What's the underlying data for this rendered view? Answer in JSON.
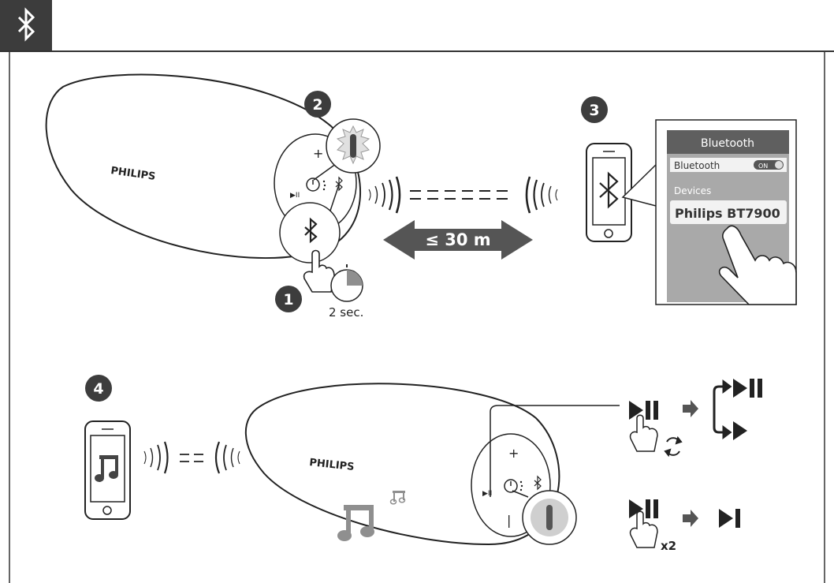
{
  "header": {
    "icon": "bluetooth-icon",
    "accent": "#3c3c3c"
  },
  "steps": {
    "step1": {
      "number": "1",
      "duration": "2 sec."
    },
    "step2": {
      "number": "2"
    },
    "step3": {
      "number": "3"
    },
    "step4": {
      "number": "4"
    }
  },
  "speaker": {
    "brand": "PHILIPS"
  },
  "range": {
    "label": "≤ 30 m",
    "arrow_color": "#555555"
  },
  "phone_menu": {
    "title": "Bluetooth",
    "toggle_label": "Bluetooth",
    "toggle_state": "ON",
    "section": "Devices",
    "device": "Philips BT7900",
    "title_bar_color": "#5f5f5f",
    "panel_color": "#a9a9a9"
  },
  "controls": {
    "repeat_multiplier": "x2"
  },
  "colors": {
    "dark_circle": "#3d3d3d",
    "grey_fill": "#8f8f8f",
    "light_grey": "#cfcfcf"
  }
}
